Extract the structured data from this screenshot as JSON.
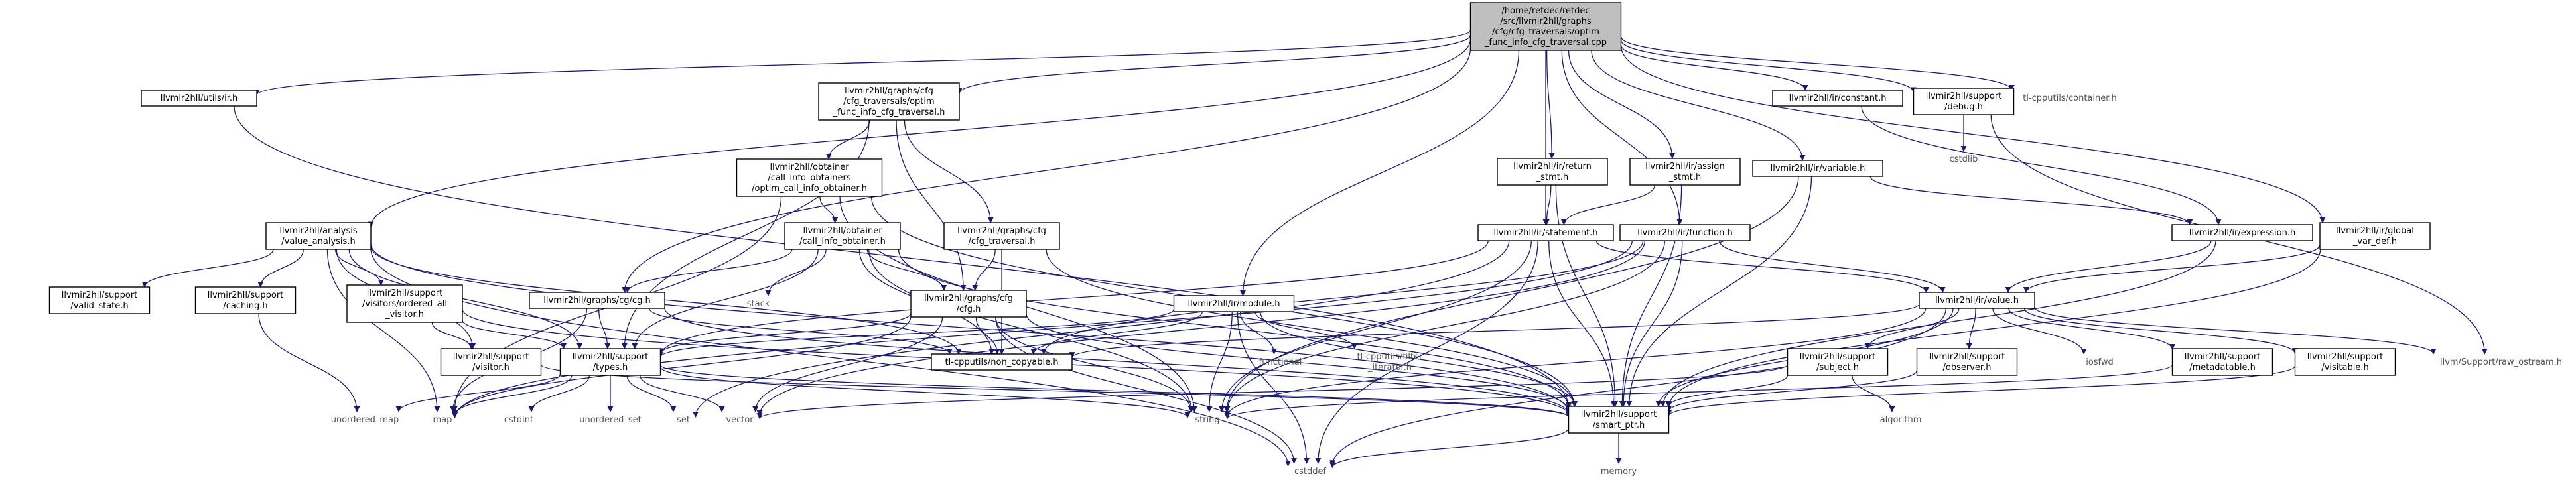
{
  "colors": {
    "edge": "#191970",
    "root_fill": "#bfbfbf",
    "node_fill": "#ffffff",
    "border": "#000000",
    "external_text": "#555555"
  },
  "graph": {
    "root": "root",
    "nodes": [
      {
        "id": "root",
        "lines": [
          "/home/retdec/retdec",
          "/src/llvmir2hll/graphs",
          "/cfg/cfg_traversals/optim",
          "_func_info_cfg_traversal.cpp"
        ],
        "kind": "root"
      },
      {
        "id": "utils_ir",
        "lines": [
          "llvmir2hll/utils/ir.h"
        ],
        "kind": "box"
      },
      {
        "id": "optim_h",
        "lines": [
          "llvmir2hll/graphs/cfg",
          "/cfg_traversals/optim",
          "_func_info_cfg_traversal.h"
        ],
        "kind": "box"
      },
      {
        "id": "constant",
        "lines": [
          "llvmir2hll/ir/constant.h"
        ],
        "kind": "box"
      },
      {
        "id": "debug",
        "lines": [
          "llvmir2hll/support",
          "/debug.h"
        ],
        "kind": "box"
      },
      {
        "id": "container",
        "lines": [
          "tl-cpputils/container.h"
        ],
        "kind": "plain"
      },
      {
        "id": "cstdlib",
        "lines": [
          "cstdlib"
        ],
        "kind": "plain"
      },
      {
        "id": "obt_optim",
        "lines": [
          "llvmir2hll/obtainer",
          "/call_info_obtainers",
          "/optim_call_info_obtainer.h"
        ],
        "kind": "box"
      },
      {
        "id": "ret",
        "lines": [
          "llvmir2hll/ir/return",
          "_stmt.h"
        ],
        "kind": "box"
      },
      {
        "id": "assign",
        "lines": [
          "llvmir2hll/ir/assign",
          "_stmt.h"
        ],
        "kind": "box"
      },
      {
        "id": "variable",
        "lines": [
          "llvmir2hll/ir/variable.h"
        ],
        "kind": "box"
      },
      {
        "id": "value_analysis",
        "lines": [
          "llvmir2hll/analysis",
          "/value_analysis.h"
        ],
        "kind": "box"
      },
      {
        "id": "call_info",
        "lines": [
          "llvmir2hll/obtainer",
          "/call_info_obtainer.h"
        ],
        "kind": "box"
      },
      {
        "id": "cfg_traversal",
        "lines": [
          "llvmir2hll/graphs/cfg",
          "/cfg_traversal.h"
        ],
        "kind": "box"
      },
      {
        "id": "statement",
        "lines": [
          "llvmir2hll/ir/statement.h"
        ],
        "kind": "box"
      },
      {
        "id": "function",
        "lines": [
          "llvmir2hll/ir/function.h"
        ],
        "kind": "box"
      },
      {
        "id": "expression",
        "lines": [
          "llvmir2hll/ir/expression.h"
        ],
        "kind": "box"
      },
      {
        "id": "global_var",
        "lines": [
          "llvmir2hll/ir/global",
          "_var_def.h"
        ],
        "kind": "box"
      },
      {
        "id": "valid_state",
        "lines": [
          "llvmir2hll/support",
          "/valid_state.h"
        ],
        "kind": "box"
      },
      {
        "id": "caching",
        "lines": [
          "llvmir2hll/support",
          "/caching.h"
        ],
        "kind": "box"
      },
      {
        "id": "ordered_all",
        "lines": [
          "llvmir2hll/support",
          "/visitors/ordered_all",
          "_visitor.h"
        ],
        "kind": "box"
      },
      {
        "id": "stack",
        "lines": [
          "stack"
        ],
        "kind": "plain"
      },
      {
        "id": "cfg_h",
        "lines": [
          "llvmir2hll/graphs/cfg",
          "/cfg.h"
        ],
        "kind": "box"
      },
      {
        "id": "module",
        "lines": [
          "llvmir2hll/ir/module.h"
        ],
        "kind": "box"
      },
      {
        "id": "value",
        "lines": [
          "llvmir2hll/ir/value.h"
        ],
        "kind": "box"
      },
      {
        "id": "cg_h",
        "lines": [
          "llvmir2hll/graphs/cg/cg.h"
        ],
        "kind": "box"
      },
      {
        "id": "visitor",
        "lines": [
          "llvmir2hll/support",
          "/visitor.h"
        ],
        "kind": "box"
      },
      {
        "id": "types",
        "lines": [
          "llvmir2hll/support",
          "/types.h"
        ],
        "kind": "box"
      },
      {
        "id": "non_copyable",
        "lines": [
          "tl-cpputils/non_copyable.h"
        ],
        "kind": "box"
      },
      {
        "id": "functional",
        "lines": [
          "functional"
        ],
        "kind": "plain"
      },
      {
        "id": "filter_iter",
        "lines": [
          "tl-cpputils/filter",
          "_iterator.h"
        ],
        "kind": "plain"
      },
      {
        "id": "subject",
        "lines": [
          "llvmir2hll/support",
          "/subject.h"
        ],
        "kind": "box"
      },
      {
        "id": "observer",
        "lines": [
          "llvmir2hll/support",
          "/observer.h"
        ],
        "kind": "box"
      },
      {
        "id": "iosfwd",
        "lines": [
          "iosfwd"
        ],
        "kind": "plain"
      },
      {
        "id": "metadatable",
        "lines": [
          "llvmir2hll/support",
          "/metadatable.h"
        ],
        "kind": "box"
      },
      {
        "id": "visitable",
        "lines": [
          "llvmir2hll/support",
          "/visitable.h"
        ],
        "kind": "box"
      },
      {
        "id": "raw_ostream",
        "lines": [
          "llvm/Support/raw_ostream.h"
        ],
        "kind": "plain"
      },
      {
        "id": "unordered_map",
        "lines": [
          "unordered_map"
        ],
        "kind": "plain"
      },
      {
        "id": "map",
        "lines": [
          "map"
        ],
        "kind": "plain"
      },
      {
        "id": "cstdint",
        "lines": [
          "cstdint"
        ],
        "kind": "plain"
      },
      {
        "id": "unordered_set",
        "lines": [
          "unordered_set"
        ],
        "kind": "plain"
      },
      {
        "id": "set",
        "lines": [
          "set"
        ],
        "kind": "plain"
      },
      {
        "id": "vector",
        "lines": [
          "vector"
        ],
        "kind": "plain"
      },
      {
        "id": "string",
        "lines": [
          "string"
        ],
        "kind": "plain"
      },
      {
        "id": "smart_ptr",
        "lines": [
          "llvmir2hll/support",
          "/smart_ptr.h"
        ],
        "kind": "box"
      },
      {
        "id": "algorithm",
        "lines": [
          "algorithm"
        ],
        "kind": "plain"
      },
      {
        "id": "cstddef",
        "lines": [
          "cstddef"
        ],
        "kind": "plain"
      },
      {
        "id": "memory",
        "lines": [
          "memory"
        ],
        "kind": "plain"
      }
    ],
    "edges": [
      [
        "root",
        "utils_ir"
      ],
      [
        "root",
        "optim_h"
      ],
      [
        "root",
        "constant"
      ],
      [
        "root",
        "debug"
      ],
      [
        "root",
        "container"
      ],
      [
        "root",
        "value_analysis"
      ],
      [
        "root",
        "cg_h"
      ],
      [
        "root",
        "ret"
      ],
      [
        "root",
        "assign"
      ],
      [
        "root",
        "variable"
      ],
      [
        "root",
        "function"
      ],
      [
        "root",
        "statement"
      ],
      [
        "root",
        "module"
      ],
      [
        "root",
        "global_var"
      ],
      [
        "debug",
        "cstdlib"
      ],
      [
        "debug",
        "raw_ostream"
      ],
      [
        "utils_ir",
        "smart_ptr"
      ],
      [
        "optim_h",
        "obt_optim"
      ],
      [
        "optim_h",
        "cfg_traversal"
      ],
      [
        "optim_h",
        "cfg_h"
      ],
      [
        "optim_h",
        "types"
      ],
      [
        "obt_optim",
        "call_info"
      ],
      [
        "obt_optim",
        "map"
      ],
      [
        "obt_optim",
        "string"
      ],
      [
        "obt_optim",
        "smart_ptr"
      ],
      [
        "constant",
        "expression"
      ],
      [
        "ret",
        "statement"
      ],
      [
        "ret",
        "smart_ptr"
      ],
      [
        "assign",
        "statement"
      ],
      [
        "assign",
        "smart_ptr"
      ],
      [
        "variable",
        "expression"
      ],
      [
        "variable",
        "string"
      ],
      [
        "variable",
        "smart_ptr"
      ],
      [
        "value_analysis",
        "valid_state"
      ],
      [
        "value_analysis",
        "caching"
      ],
      [
        "value_analysis",
        "ordered_all"
      ],
      [
        "value_analysis",
        "types"
      ],
      [
        "value_analysis",
        "non_copyable"
      ],
      [
        "value_analysis",
        "map"
      ],
      [
        "value_analysis",
        "cstddef"
      ],
      [
        "value_analysis",
        "smart_ptr"
      ],
      [
        "value_analysis",
        "visitor"
      ],
      [
        "call_info",
        "stack"
      ],
      [
        "call_info",
        "cg_h"
      ],
      [
        "call_info",
        "cfg_h"
      ],
      [
        "call_info",
        "types"
      ],
      [
        "call_info",
        "non_copyable"
      ],
      [
        "call_info",
        "smart_ptr"
      ],
      [
        "call_info",
        "string"
      ],
      [
        "cfg_traversal",
        "cfg_h"
      ],
      [
        "cfg_traversal",
        "non_copyable"
      ],
      [
        "cfg_traversal",
        "smart_ptr"
      ],
      [
        "statement",
        "value"
      ],
      [
        "statement",
        "smart_ptr"
      ],
      [
        "statement",
        "set"
      ],
      [
        "statement",
        "string"
      ],
      [
        "statement",
        "cstddef"
      ],
      [
        "statement",
        "types"
      ],
      [
        "function",
        "value"
      ],
      [
        "function",
        "non_copyable"
      ],
      [
        "function",
        "smart_ptr"
      ],
      [
        "function",
        "string"
      ],
      [
        "function",
        "vector"
      ],
      [
        "function",
        "map"
      ],
      [
        "expression",
        "value"
      ],
      [
        "expression",
        "smart_ptr"
      ],
      [
        "global_var",
        "value"
      ],
      [
        "global_var",
        "smart_ptr"
      ],
      [
        "caching",
        "unordered_map"
      ],
      [
        "ordered_all",
        "visitor"
      ],
      [
        "ordered_all",
        "types"
      ],
      [
        "ordered_all",
        "smart_ptr"
      ],
      [
        "cfg_h",
        "types"
      ],
      [
        "cfg_h",
        "non_copyable"
      ],
      [
        "cfg_h",
        "smart_ptr"
      ],
      [
        "cfg_h",
        "vector"
      ],
      [
        "cfg_h",
        "string"
      ],
      [
        "cfg_h",
        "cstddef"
      ],
      [
        "cfg_h",
        "map"
      ],
      [
        "module",
        "types"
      ],
      [
        "module",
        "non_copyable"
      ],
      [
        "module",
        "functional"
      ],
      [
        "module",
        "filter_iter"
      ],
      [
        "module",
        "smart_ptr"
      ],
      [
        "module",
        "string"
      ],
      [
        "module",
        "cstddef"
      ],
      [
        "value",
        "subject"
      ],
      [
        "value",
        "observer"
      ],
      [
        "value",
        "iosfwd"
      ],
      [
        "value",
        "metadatable"
      ],
      [
        "value",
        "visitable"
      ],
      [
        "value",
        "raw_ostream"
      ],
      [
        "value",
        "smart_ptr"
      ],
      [
        "value",
        "non_copyable"
      ],
      [
        "value",
        "string"
      ],
      [
        "value",
        "cstddef"
      ],
      [
        "cg_h",
        "types"
      ],
      [
        "cg_h",
        "smart_ptr"
      ],
      [
        "cg_h",
        "non_copyable"
      ],
      [
        "cg_h",
        "map"
      ],
      [
        "visitor",
        "smart_ptr"
      ],
      [
        "types",
        "unordered_map"
      ],
      [
        "types",
        "map"
      ],
      [
        "types",
        "cstdint"
      ],
      [
        "types",
        "unordered_set"
      ],
      [
        "types",
        "set"
      ],
      [
        "types",
        "vector"
      ],
      [
        "types",
        "string"
      ],
      [
        "types",
        "smart_ptr"
      ],
      [
        "subject",
        "algorithm"
      ],
      [
        "subject",
        "smart_ptr"
      ],
      [
        "subject",
        "vector"
      ],
      [
        "observer",
        "smart_ptr"
      ],
      [
        "visitable",
        "smart_ptr"
      ],
      [
        "metadatable",
        "string"
      ],
      [
        "smart_ptr",
        "cstddef"
      ],
      [
        "smart_ptr",
        "memory"
      ]
    ]
  }
}
